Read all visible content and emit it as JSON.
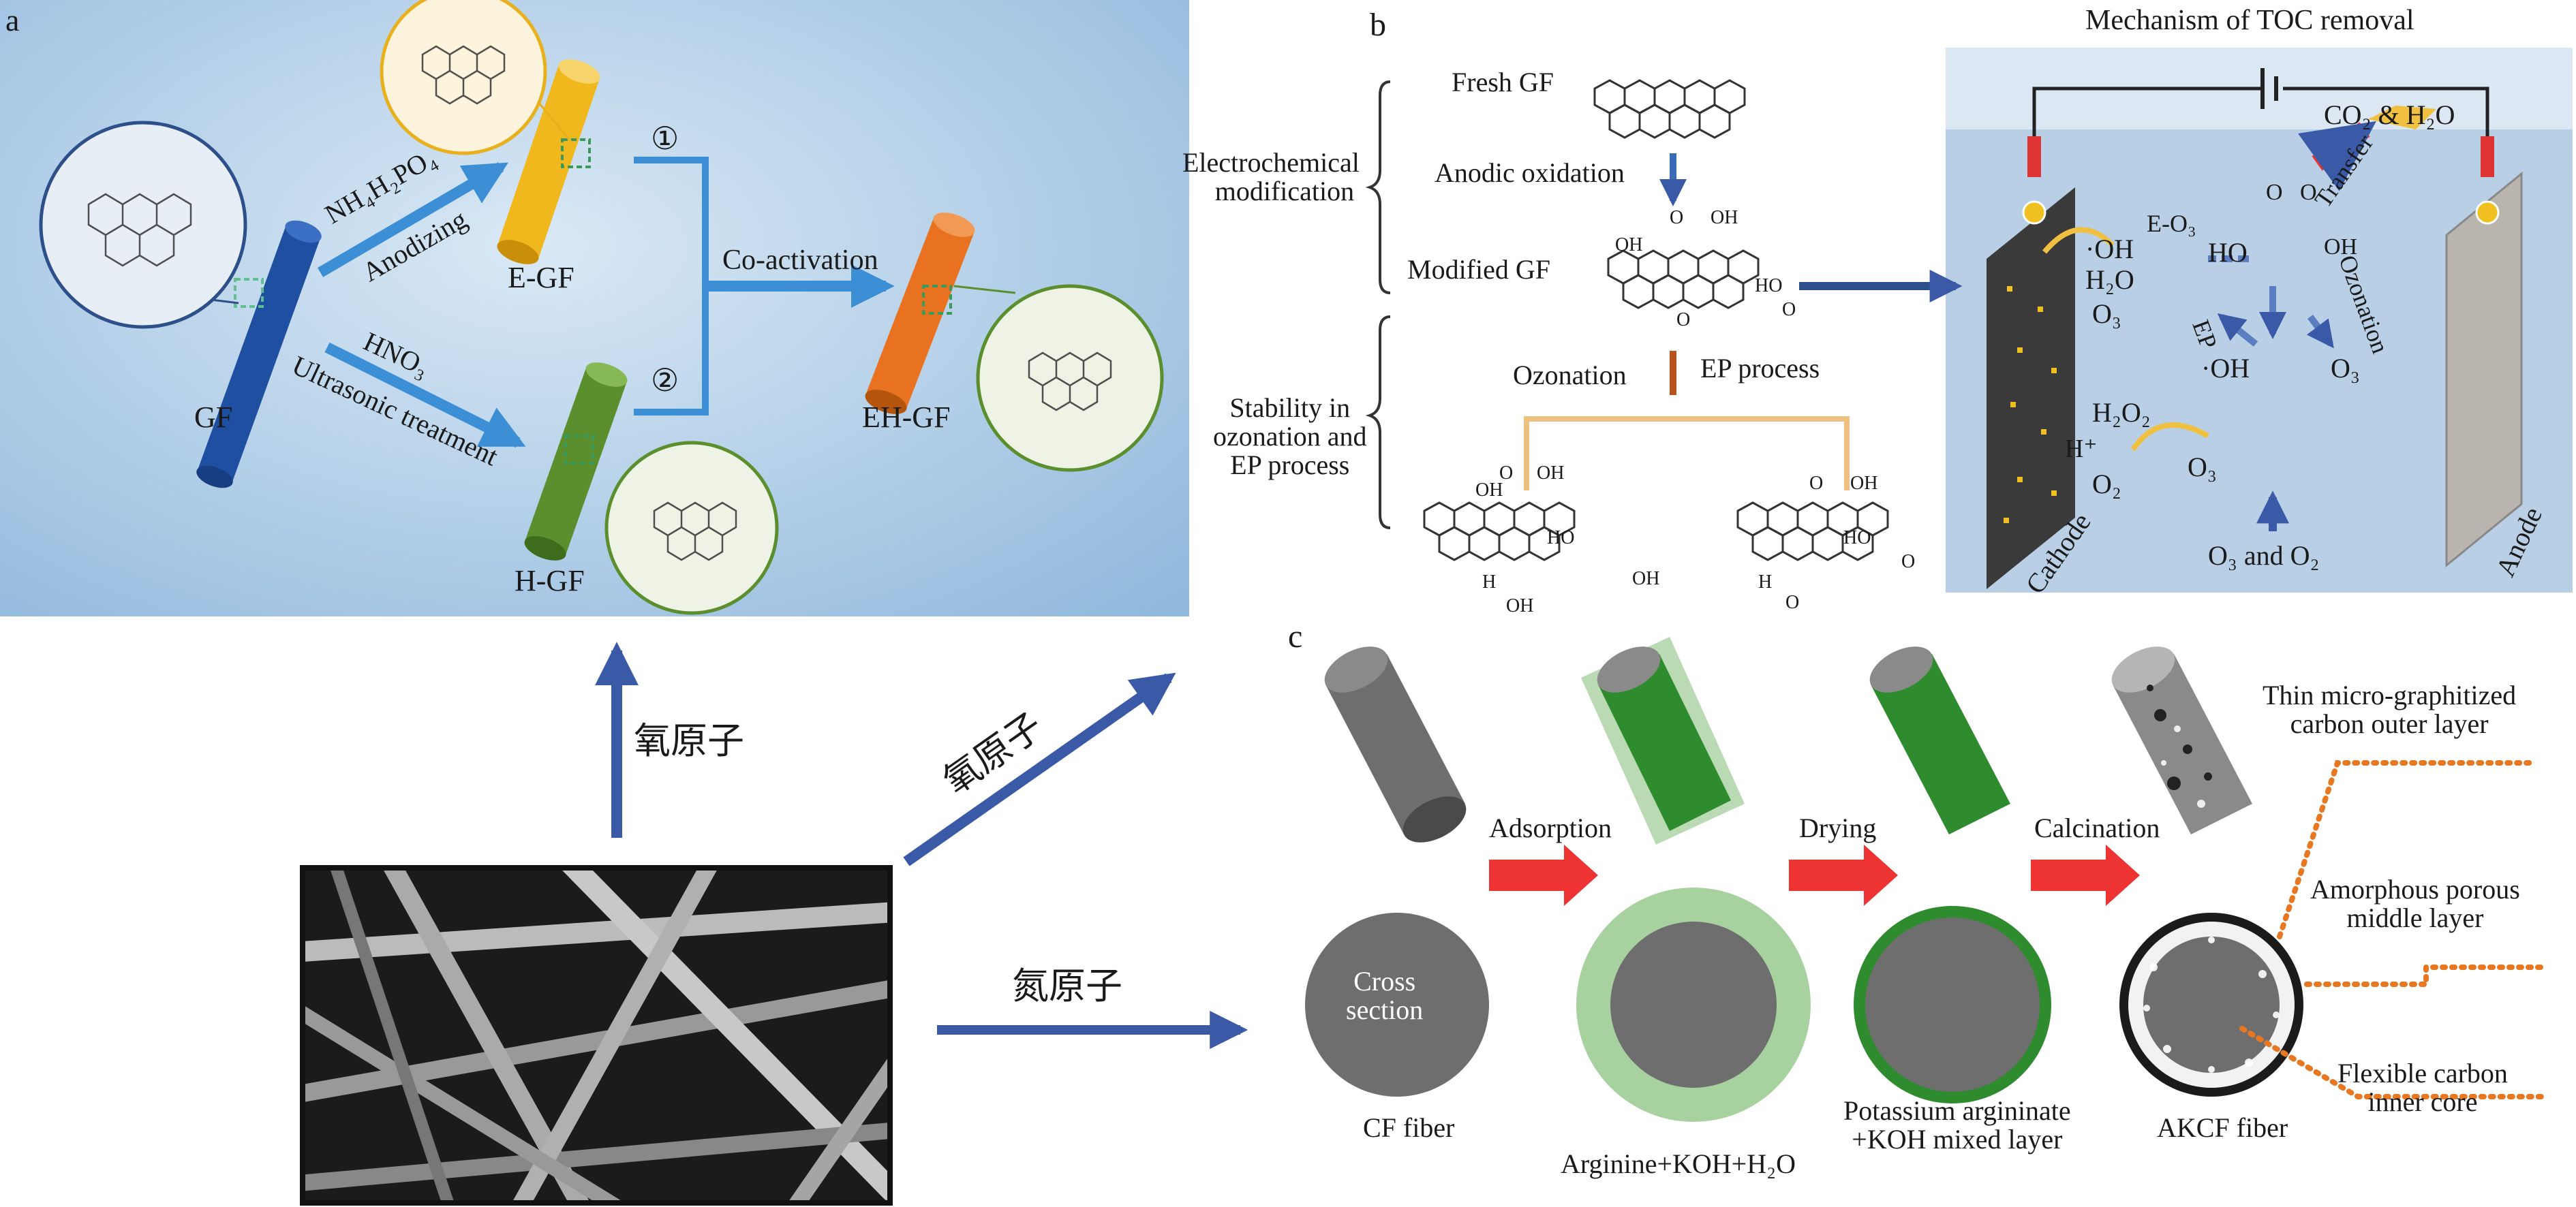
{
  "panel_a": {
    "label": "a",
    "gf": "GF",
    "egf": "E-GF",
    "hgf": "H-GF",
    "ehgf": "EH-GF",
    "reagent_top": "NH₄H₂PO₄",
    "process_top": "Anodizing",
    "reagent_bottom": "HNO₃",
    "process_bottom": "Ultrasonic treatment",
    "route_1": "①",
    "route_2": "②",
    "coactivation": "Co-activation"
  },
  "panel_b": {
    "label": "b",
    "title": "Mechanism of TOC removal",
    "electrochem_1": "Electrochemical",
    "electrochem_2": "modification",
    "fresh_gf": "Fresh GF",
    "anodic_oxidation": "Anodic oxidation",
    "modified_gf": "Modified GF",
    "stability_1": "Stability in",
    "stability_2": "ozonation and",
    "stability_3": "EP process",
    "ozonation": "Ozonation",
    "ep_process": "EP process",
    "co2_h2o": "CO₂ & H₂O",
    "transfer": "Transfer",
    "oh_1": "·OH",
    "e_o3": "E-O₃",
    "ho": "HO",
    "h2o": "H₂O",
    "o3_1": "O₃",
    "ep": "EP",
    "ozonation_side": "Ozonation",
    "oh_2": "·OH",
    "o3_2": "O₃",
    "h2o2": "H₂O₂",
    "h_plus": "H⁺",
    "o2": "O₂",
    "o3_3": "O₃",
    "cathode": "Cathode",
    "o3_and_o2": "O₃ and O₂",
    "anode": "Anode",
    "molecule_labels": {
      "oh": "OH",
      "o": "O",
      "ho": "HO",
      "h": "H"
    }
  },
  "panel_c": {
    "label": "c",
    "adsorption": "Adsorption",
    "drying": "Drying",
    "calcination": "Calcination",
    "cross_section_1": "Cross",
    "cross_section_2": "section",
    "cf_fiber": "CF fiber",
    "arginine_mix": "Arginine+KOH+H₂O",
    "potassium_1": "Potassium argininate",
    "potassium_2": "+KOH mixed layer",
    "akcf_fiber": "AKCF fiber",
    "outer_1": "Thin micro-graphitized",
    "outer_2": "carbon outer layer",
    "middle_1": "Amorphous porous",
    "middle_2": "middle layer",
    "inner_1": "Flexible carbon",
    "inner_2": "inner core"
  },
  "center": {
    "oxygen_up": "氧原子",
    "oxygen_diag": "氧原子",
    "nitrogen": "氮原子"
  },
  "colors": {
    "arrow_blue": "#3a5aa8",
    "arrow_red": "#e33",
    "e_gf": "#f0b81c",
    "h_gf": "#5b8f2e",
    "eh_gf": "#e8721f",
    "gf": "#1f4fa0",
    "dotted_orange": "#e87722",
    "electrode": "#3a3a3a"
  }
}
